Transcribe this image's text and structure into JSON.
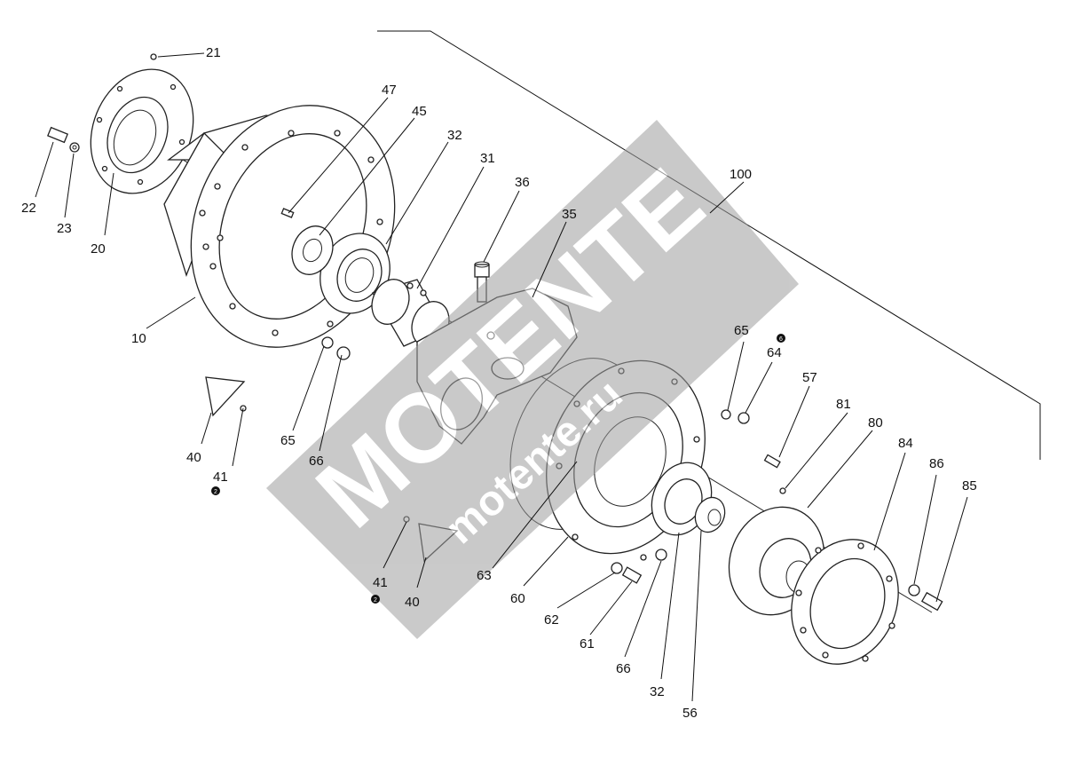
{
  "diagram": {
    "callouts": [
      {
        "id": "c21",
        "label": "21"
      },
      {
        "id": "c22",
        "label": "22"
      },
      {
        "id": "c23",
        "label": "23"
      },
      {
        "id": "c20",
        "label": "20"
      },
      {
        "id": "c10",
        "label": "10"
      },
      {
        "id": "c47",
        "label": "47"
      },
      {
        "id": "c45",
        "label": "45"
      },
      {
        "id": "c32a",
        "label": "32"
      },
      {
        "id": "c31",
        "label": "31"
      },
      {
        "id": "c36",
        "label": "36"
      },
      {
        "id": "c35",
        "label": "35"
      },
      {
        "id": "c100",
        "label": "100"
      },
      {
        "id": "c40a",
        "label": "40"
      },
      {
        "id": "c41a",
        "label": "41"
      },
      {
        "id": "c65a",
        "label": "65"
      },
      {
        "id": "c66a",
        "label": "66"
      },
      {
        "id": "c65b",
        "label": "65"
      },
      {
        "id": "c64",
        "label": "64"
      },
      {
        "id": "c57",
        "label": "57"
      },
      {
        "id": "c81",
        "label": "81"
      },
      {
        "id": "c80",
        "label": "80"
      },
      {
        "id": "c84",
        "label": "84"
      },
      {
        "id": "c86",
        "label": "86"
      },
      {
        "id": "c85",
        "label": "85"
      },
      {
        "id": "c41b",
        "label": "41"
      },
      {
        "id": "c40b",
        "label": "40"
      },
      {
        "id": "c63",
        "label": "63"
      },
      {
        "id": "c60",
        "label": "60"
      },
      {
        "id": "c62",
        "label": "62"
      },
      {
        "id": "c61",
        "label": "61"
      },
      {
        "id": "c66b",
        "label": "66"
      },
      {
        "id": "c32b",
        "label": "32"
      },
      {
        "id": "c56",
        "label": "56"
      }
    ],
    "markers": [
      "2",
      "2",
      "6"
    ]
  },
  "watermark": {
    "brand": "MOTENTE",
    "site": "motente.ru",
    "color": "#9e9e9e"
  }
}
